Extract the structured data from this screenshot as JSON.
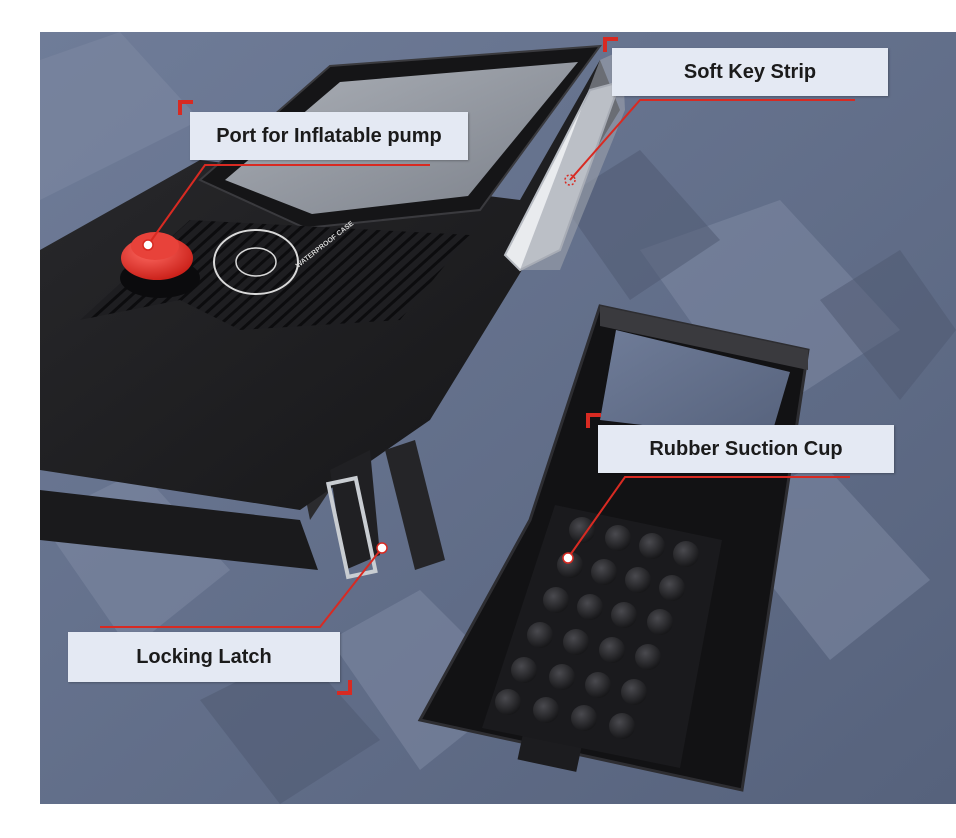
{
  "callouts": {
    "port": "Port for Inflatable pump",
    "soft_key": "Soft Key Strip",
    "suction": "Rubber Suction Cup",
    "latch": "Locking Latch"
  },
  "logo": {
    "text": "WATERPROOF CASE"
  },
  "colors": {
    "background": "#5f6d8a",
    "accent_red": "#d82a22",
    "case_black": "#1d1d1f",
    "callout_bg": "#e4e9f3"
  }
}
